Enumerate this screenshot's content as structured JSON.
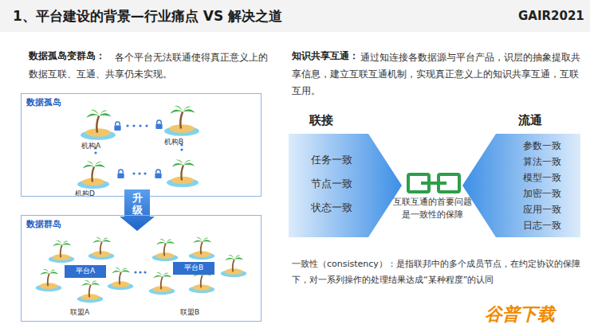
{
  "diagram": {
    "title": "1、平台建设的背景—行业痛点 VS 解决之道",
    "nodes": [
      {
        "text": [
          "数据孤岛"
        ]
      },
      {
        "text": [
          "升级"
        ]
      },
      {
        "text": [
          "数据群岛"
        ]
      },
      {
        "text": [
          "平台A"
        ],
        "in": 2
      },
      {
        "text": [
          "平台B"
        ],
        "in": 2
      },
      {
        "text": [
          "联接",
          "任务一致",
          "节点一致",
          "状态一致"
        ]
      },
      {
        "text": [
          "互联互通的首要问题是一致性的保障"
        ]
      },
      {
        "text": [
          "流通",
          "参数一致",
          "算法一致",
          "模型一致",
          "加密一致",
          "应用一致",
          "日志一致"
        ]
      }
    ],
    "labels": [
      "GAIR2021",
      "数据孤岛变群岛：",
      "各个平台无法联通使得真正意义上的数据互联、互通、共享仍未实现。",
      "知识共享互通：",
      "通过知连接各数据源与平台产品，识层的抽象提取共享信息，建立互联互通机制，实现真正意义上的知识共享互通，互联互用。",
      "机构A",
      "机构B",
      "机构D",
      "联盟A",
      "联盟B",
      "一致性（consistency）：是指联邦中的多个成员节点，在约定协议的保障下，对一系列操作的处理结果达成“某种程度”的认同",
      "谷普下载"
    ]
  }
}
